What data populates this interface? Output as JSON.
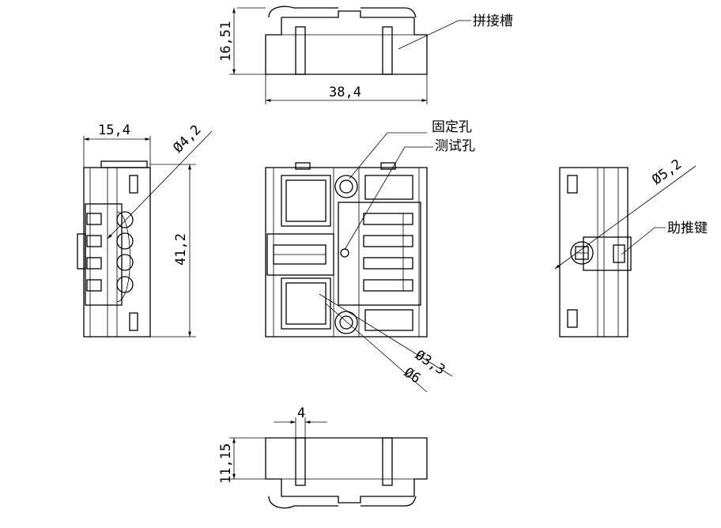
{
  "dimensions": {
    "top_height": "16,51",
    "top_width": "38,4",
    "left_width": "15,4",
    "left_hole_dia": "Ø4,2",
    "left_height": "41,2",
    "front_hole_small": "Ø3,3",
    "front_hole_large": "Ø6",
    "right_hole_dia": "Ø5,2",
    "bottom_slot_width": "4",
    "bottom_height": "11,15"
  },
  "labels": {
    "splice_slot": "拼接槽",
    "mounting_hole": "固定孔",
    "test_hole": "测试孔",
    "push_key": "助推键"
  }
}
